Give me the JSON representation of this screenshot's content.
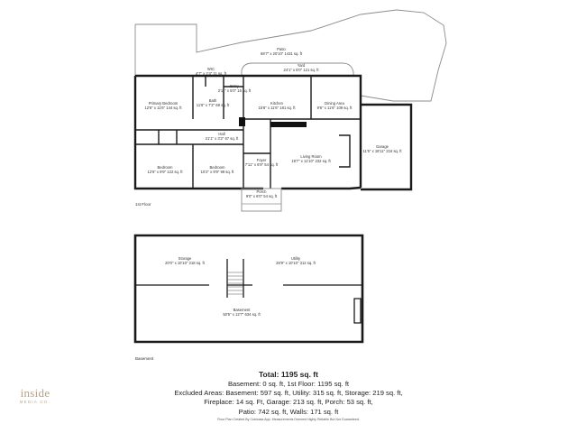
{
  "floors": {
    "first_label": "1st Floor",
    "basement_label": "Basement"
  },
  "rooms": {
    "patio_name": "Patio",
    "patio_dims": "68'7\" x 20'10\" 1431 sq. ft",
    "yard_name": "Yard",
    "yard_dims": "24'1\" x 5'0\" 121 sq. ft",
    "wic_name": "WIC",
    "wic_dims": "4'7\" x 2'4\" 11 sq. ft",
    "entry_name": "Entry",
    "entry_dims": "2'11\" x 5'0\" 15 sq. ft",
    "primary_name": "Primary Bedroom",
    "primary_dims": "12'6\" x 11'6\" 144 sq. ft",
    "bath_name": "Bath",
    "bath_dims": "11'6\" x 7'2\" 69 sq. ft",
    "kitchen_name": "Kitchen",
    "kitchen_dims": "15'8\" x 11'6\" 181 sq. ft",
    "dining_name": "Dining Area",
    "dining_dims": "9'6\" x 11'6\" 109 sq. ft",
    "hall_name": "Hall",
    "hall_dims": "21'1\" x 3'2\" 67 sq. ft",
    "bedroom2_name": "Bedroom",
    "bedroom2_dims": "12'6\" x 9'9\" 122 sq. ft",
    "bedroom3_name": "Bedroom",
    "bedroom3_dims": "10'2\" x 9'9\" 99 sq. ft",
    "foyer_name": "Foyer",
    "foyer_dims": "7'11\" x 6'9\" 54 sq. ft",
    "living_name": "Living Room",
    "living_dims": "19'7\" x 11'10\" 232 sq. ft",
    "garage_name": "Garage",
    "garage_dims": "11'5\" x 18'11\" 216 sq. ft",
    "porch_name": "Porch",
    "porch_dims": "9'0\" x 6'0\" 54 sq. ft",
    "storage_name": "Storage",
    "storage_dims": "20'0\" x 10'10\" 218 sq. ft",
    "utility_name": "Utility",
    "utility_dims": "28'9\" x 10'10\" 312 sq. ft",
    "basement_name": "Basement",
    "basement_dims": "50'5\" x 12'7\" 634 sq. ft"
  },
  "summary": {
    "total": "Total: 1195 sq. ft",
    "line1": "Basement: 0 sq. ft, 1st Floor: 1195 sq. ft",
    "line2": "Excluded Areas: Basement: 597 sq. ft, Utility: 315 sq. ft, Storage: 219 sq. ft,",
    "line3": "Fireplace: 14 sq. Ft, Garage: 213 sq. ft, Porch: 53 sq. ft,",
    "line4": "Patio: 742 sq. ft, Walls: 171 sq. ft",
    "disclaimer": "Floor Plan Created By Cubicasa App. Measurements Deemed Highly Reliable But Not Guaranteed."
  },
  "logo": {
    "word": "inside",
    "sub": "MEDIA CO."
  },
  "colors": {
    "wall": "#1a1a1a",
    "outline": "#8c8c8c",
    "logo": "#b4a389"
  }
}
